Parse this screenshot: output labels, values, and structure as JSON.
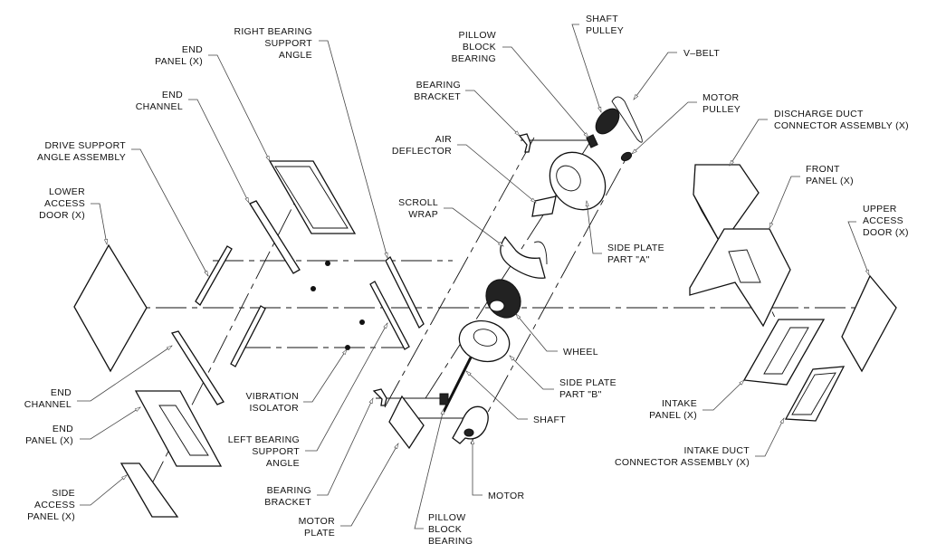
{
  "diagram": {
    "type": "exploded assembly view",
    "line_color": "#111111",
    "background": "#ffffff"
  },
  "labels": {
    "right_bearing_support_angle": [
      "RIGHT BEARING",
      "SUPPORT",
      "ANGLE"
    ],
    "end_panel_top": [
      "END",
      "PANEL (X)"
    ],
    "end_channel_top": [
      "END",
      "CHANNEL"
    ],
    "drive_support_angle_assembly": [
      "DRIVE SUPPORT",
      "ANGLE ASSEMBLY"
    ],
    "lower_access_door": [
      "LOWER",
      "ACCESS",
      "DOOR (X)"
    ],
    "pillow_block_bearing_top": [
      "PILLOW",
      "BLOCK",
      "BEARING"
    ],
    "bearing_bracket_top": [
      "BEARING",
      "BRACKET"
    ],
    "air_deflector": [
      "AIR",
      "DEFLECTOR"
    ],
    "scroll_wrap": [
      "SCROLL",
      "WRAP"
    ],
    "shaft_pulley": [
      "SHAFT",
      "PULLEY"
    ],
    "v_belt": [
      "V–BELT"
    ],
    "motor_pulley": [
      "MOTOR",
      "PULLEY"
    ],
    "discharge_duct_connector": [
      "DISCHARGE DUCT",
      "CONNECTOR ASSEMBLY (X)"
    ],
    "front_panel": [
      "FRONT",
      "PANEL (X)"
    ],
    "upper_access_door": [
      "UPPER",
      "ACCESS",
      "DOOR (X)"
    ],
    "side_plate_a": [
      "SIDE PLATE",
      "PART \"A\""
    ],
    "wheel": [
      "WHEEL"
    ],
    "side_plate_b": [
      "SIDE PLATE",
      "PART \"B\""
    ],
    "shaft": [
      "SHAFT"
    ],
    "motor": [
      "MOTOR"
    ],
    "intake_panel": [
      "INTAKE",
      "PANEL (X)"
    ],
    "intake_duct_connector": [
      "INTAKE DUCT",
      "CONNECTOR ASSEMBLY (X)"
    ],
    "end_channel_bottom": [
      "END",
      "CHANNEL"
    ],
    "end_panel_bottom": [
      "END",
      "PANEL (X)"
    ],
    "side_access_panel": [
      "SIDE",
      "ACCESS",
      "PANEL (X)"
    ],
    "vibration_isolator": [
      "VIBRATION",
      "ISOLATOR"
    ],
    "left_bearing_support_angle": [
      "LEFT BEARING",
      "SUPPORT",
      "ANGLE"
    ],
    "bearing_bracket_bottom": [
      "BEARING",
      "BRACKET"
    ],
    "motor_plate": [
      "MOTOR",
      "PLATE"
    ],
    "pillow_block_bearing_bottom": [
      "PILLOW",
      "BLOCK",
      "BEARING"
    ]
  }
}
